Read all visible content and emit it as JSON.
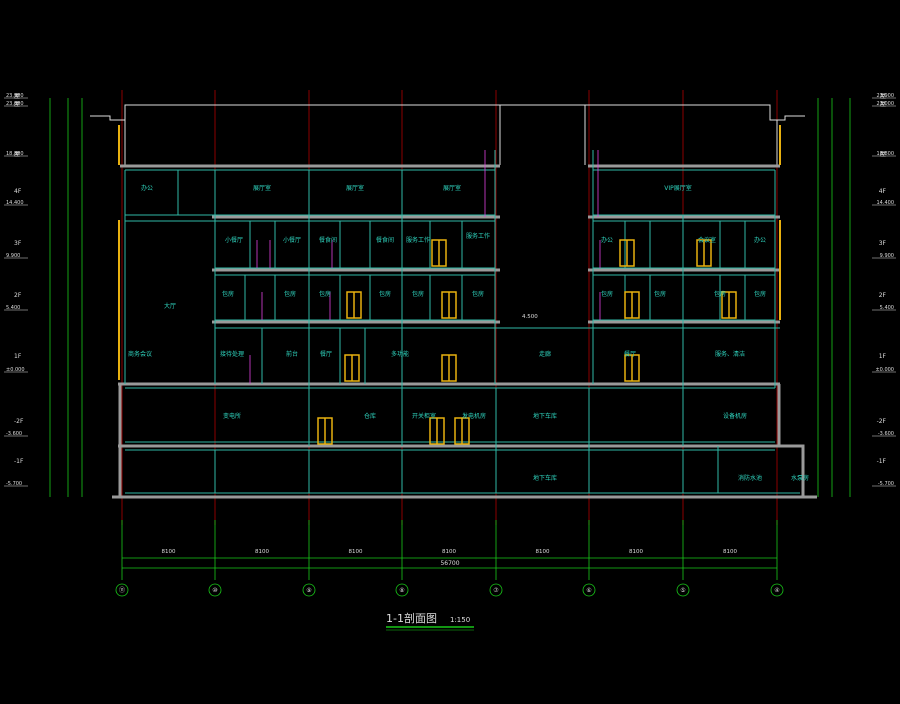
{
  "title": {
    "main": "1-1剖面图",
    "scale": "1:150"
  },
  "axes": [
    "⑪",
    "⑩",
    "⑨",
    "⑧",
    "⑦",
    "⑥",
    "⑤",
    "④"
  ],
  "bays": [
    "8100",
    "8100",
    "8100",
    "8100",
    "8100",
    "8100",
    "8100"
  ],
  "total": "56700",
  "levels_left": [
    {
      "prefix": "屋",
      "value": "23.900"
    },
    {
      "prefix": "屋",
      "value": "23.000"
    },
    {
      "prefix": "屋",
      "value": "18.800"
    },
    {
      "prefix": "4F",
      "value": "14.400"
    },
    {
      "prefix": "3F",
      "value": "9.900"
    },
    {
      "prefix": "2F",
      "value": "5.400"
    },
    {
      "prefix": "1F",
      "value": "±0.000"
    },
    {
      "prefix": "-2F",
      "value": "-3.600"
    },
    {
      "prefix": "-1F",
      "value": "-5.700"
    }
  ],
  "levels_right": [
    {
      "prefix": "屋",
      "value": "23.900"
    },
    {
      "prefix": "屋",
      "value": "23.000"
    },
    {
      "prefix": "屋",
      "value": "18.800"
    },
    {
      "prefix": "4F",
      "value": "14.400"
    },
    {
      "prefix": "3F",
      "value": "9.900"
    },
    {
      "prefix": "2F",
      "value": "5.400"
    },
    {
      "prefix": "1F",
      "value": "±0.000"
    },
    {
      "prefix": "-2F",
      "value": "-3.600"
    },
    {
      "prefix": "-1F",
      "value": "-5.700"
    }
  ],
  "rooms": {
    "f4": [
      "办公",
      "展厅室",
      "展厅室",
      "展厅室",
      "VIP展厅室"
    ],
    "f3": [
      "小餐厅",
      "小餐厅",
      "餐食间",
      "餐食间",
      "服务工作",
      "服务工作",
      "办公",
      "会议室",
      "办公"
    ],
    "f2": [
      "包房",
      "包房",
      "包房",
      "包房",
      "包房",
      "包房",
      "包房",
      "包房",
      "包房",
      "包房"
    ],
    "f1": [
      "大厅",
      "商务会议",
      "接待处理",
      "前台",
      "餐厅",
      "多功能",
      "走廊",
      "餐厅",
      "服务、清洁"
    ],
    "b1": [
      "变电所",
      "仓库",
      "开关柜室",
      "发电机房",
      "地下车库",
      "设备机房"
    ],
    "b2": [
      "地下车库",
      "消防水池",
      "水泵房"
    ]
  },
  "notes": {
    "mid": "4.500"
  }
}
